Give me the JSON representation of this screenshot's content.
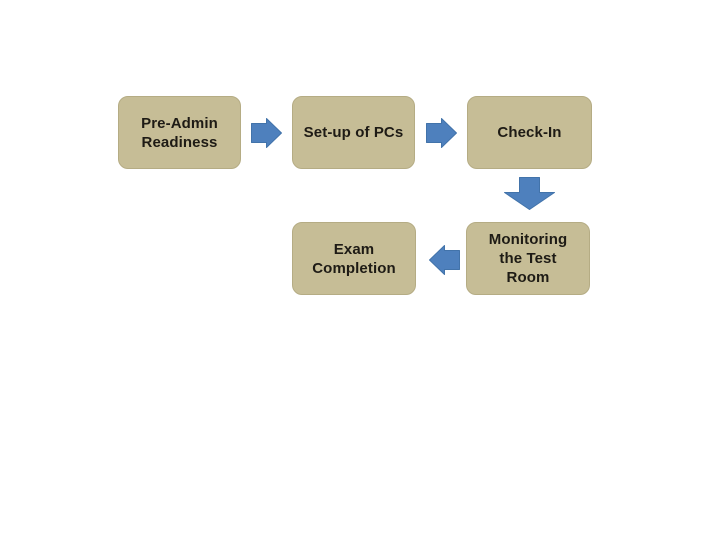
{
  "theme": {
    "background": "#ffffff",
    "box_fill": "#c6bd96",
    "box_border": "#b5ac84",
    "text_color": "#1e1b15",
    "arrow_fill": "#4e80bd",
    "arrow_border": "#4273aa"
  },
  "diagram": {
    "type": "flow",
    "boxes": [
      {
        "id": "pre-admin-readiness",
        "label": "Pre-Admin\nReadiness"
      },
      {
        "id": "set-up-of-pcs",
        "label": "Set-up of PCs"
      },
      {
        "id": "check-in",
        "label": "Check-In"
      },
      {
        "id": "exam-completion",
        "label": "Exam\nCompletion"
      },
      {
        "id": "monitoring-the-test-room",
        "label": "Monitoring\nthe Test\nRoom"
      }
    ],
    "arrows": [
      {
        "id": "arrow-1",
        "direction": "right",
        "from": "Pre-Admin Readiness",
        "to": "Set-up of PCs"
      },
      {
        "id": "arrow-2",
        "direction": "right",
        "from": "Set-up of PCs",
        "to": "Check-In"
      },
      {
        "id": "arrow-3",
        "direction": "down",
        "from": "Check-In",
        "to": "Monitoring the Test Room"
      },
      {
        "id": "arrow-4",
        "direction": "left",
        "from": "Monitoring the Test Room",
        "to": "Exam Completion"
      }
    ]
  }
}
